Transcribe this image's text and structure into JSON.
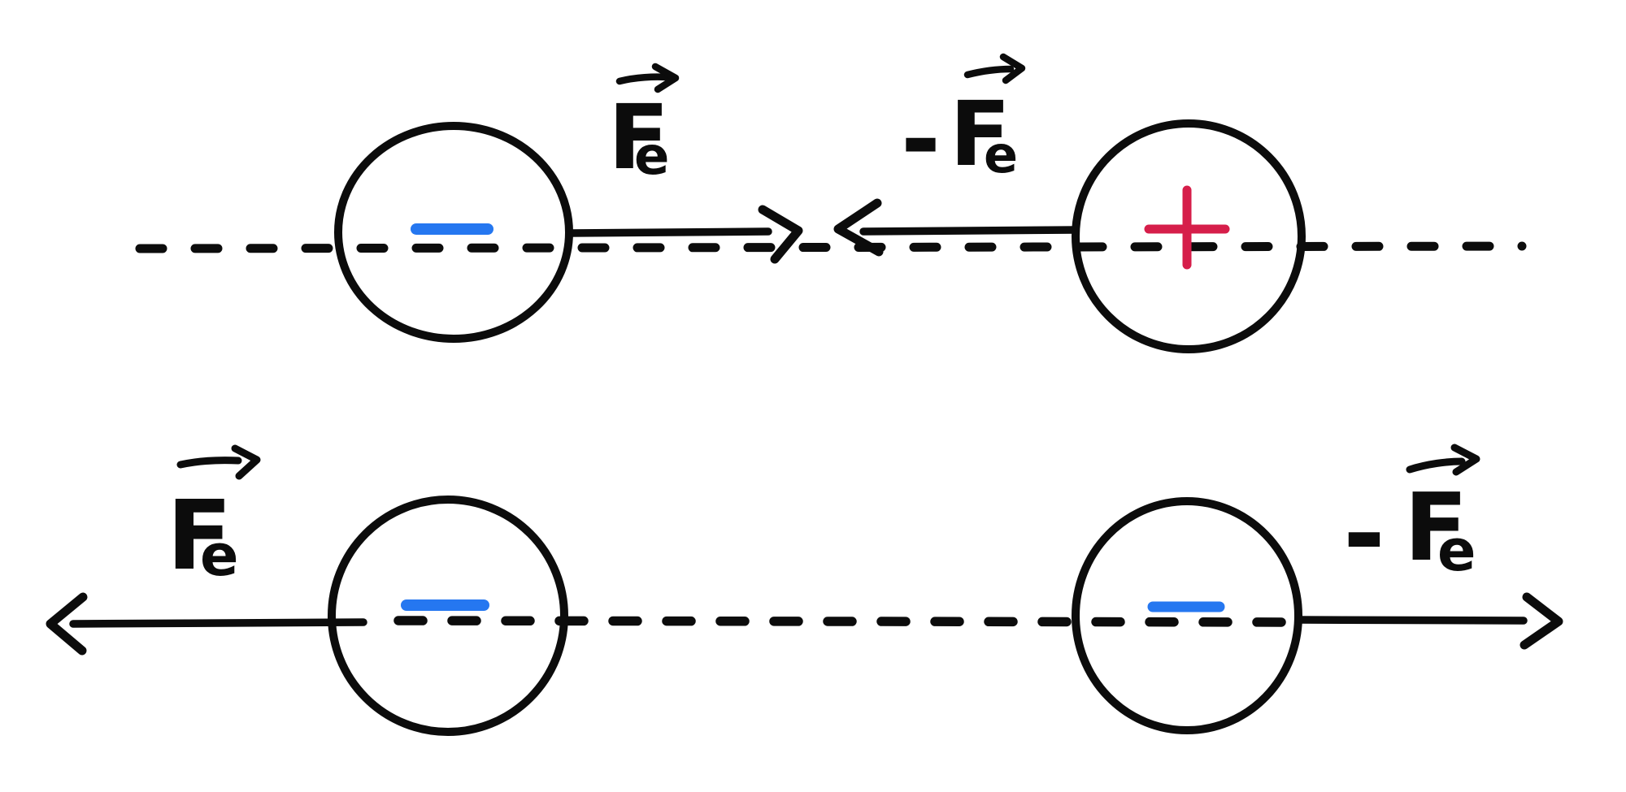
{
  "colors": {
    "ink": "#0c0c0c",
    "negative": "#2577f0",
    "positive": "#d61e4a",
    "background": "#ffffff"
  },
  "diagram": {
    "rows": [
      {
        "id": "opposite-charges",
        "interaction": "attraction",
        "charges": [
          {
            "position": "left",
            "sign": "−",
            "polarity": "negative"
          },
          {
            "position": "right",
            "sign": "+",
            "polarity": "positive"
          }
        ],
        "force_labels": {
          "left": {
            "prefix": "",
            "symbol": "F",
            "subscript": "e",
            "vector": "→",
            "full": "F⃗e"
          },
          "right": {
            "prefix": "-",
            "symbol": "F",
            "subscript": "e",
            "vector": "→",
            "full": "-F⃗e"
          }
        }
      },
      {
        "id": "like-charges",
        "interaction": "repulsion",
        "charges": [
          {
            "position": "left",
            "sign": "−",
            "polarity": "negative"
          },
          {
            "position": "right",
            "sign": "−",
            "polarity": "negative"
          }
        ],
        "force_labels": {
          "left": {
            "prefix": "",
            "symbol": "F",
            "subscript": "e",
            "vector": "→",
            "full": "F⃗e"
          },
          "right": {
            "prefix": "-",
            "symbol": "F",
            "subscript": "e",
            "vector": "→",
            "full": "-F⃗e"
          }
        }
      }
    ]
  }
}
